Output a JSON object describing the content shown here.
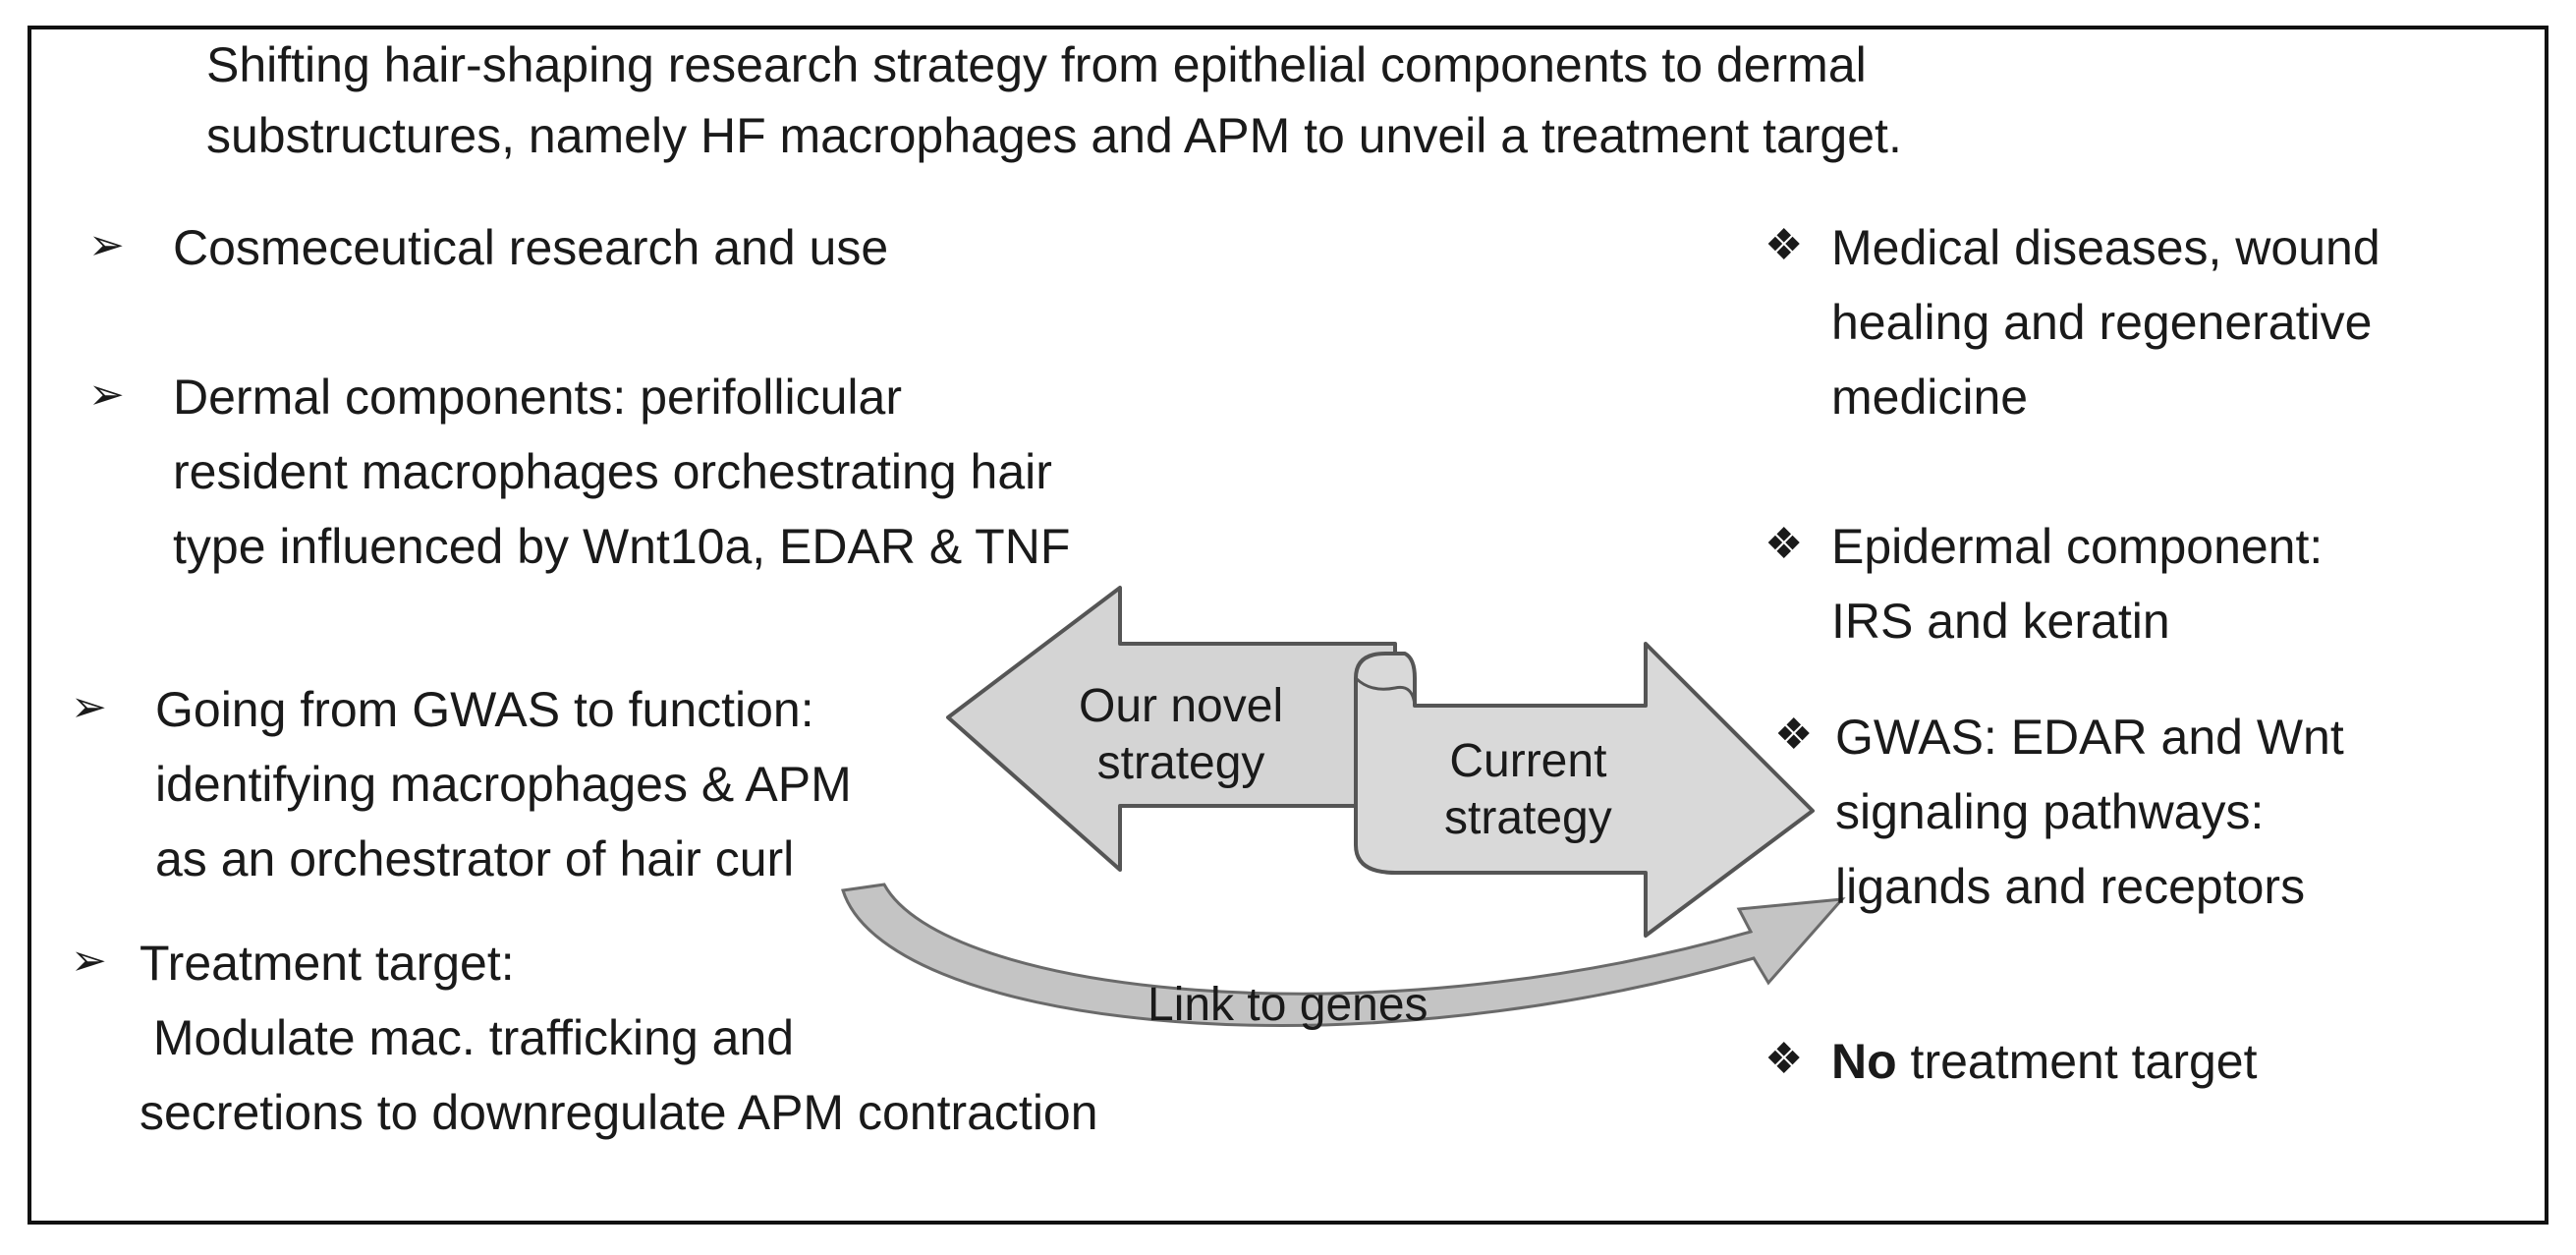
{
  "title": {
    "line1": "Shifting hair-shaping research strategy from epithelial components to dermal",
    "line2": "substructures, namely HF macrophages and APM to unveil a treatment target."
  },
  "left_column": {
    "bullet_symbol": "➢",
    "items": [
      {
        "lines": [
          "Cosmeceutical research and use"
        ]
      },
      {
        "lines": [
          "Dermal  components: perifollicular",
          "resident macrophages orchestrating hair",
          "type influenced by Wnt10a, EDAR & TNF"
        ]
      },
      {
        "lines": [
          "Going from GWAS to function:",
          "identifying macrophages & APM",
          "as an orchestrator of hair curl"
        ]
      },
      {
        "lines": [
          "Treatment target:",
          " Modulate mac. trafficking and",
          "secretions to downregulate APM contraction"
        ]
      }
    ]
  },
  "right_column": {
    "bullet_symbol": "❖",
    "items": [
      {
        "lines": [
          "Medical diseases, wound",
          "healing and regenerative",
          "medicine"
        ]
      },
      {
        "lines": [
          "Epidermal component:",
          "IRS and keratin"
        ]
      },
      {
        "lines": [
          "GWAS: EDAR and Wnt",
          "signaling pathways:",
          "ligands and receptors"
        ]
      },
      {
        "bold": "No",
        "rest": " treatment target"
      }
    ]
  },
  "arrows": {
    "novel": {
      "line1": "Our novel",
      "line2": "strategy"
    },
    "current": {
      "line1": "Current",
      "line2": "strategy"
    },
    "link": "Link to genes"
  },
  "colors": {
    "arrow_fill": "#d4d4d4",
    "arrow_stroke": "#555555",
    "curve_fill": "#c8c8c8"
  }
}
